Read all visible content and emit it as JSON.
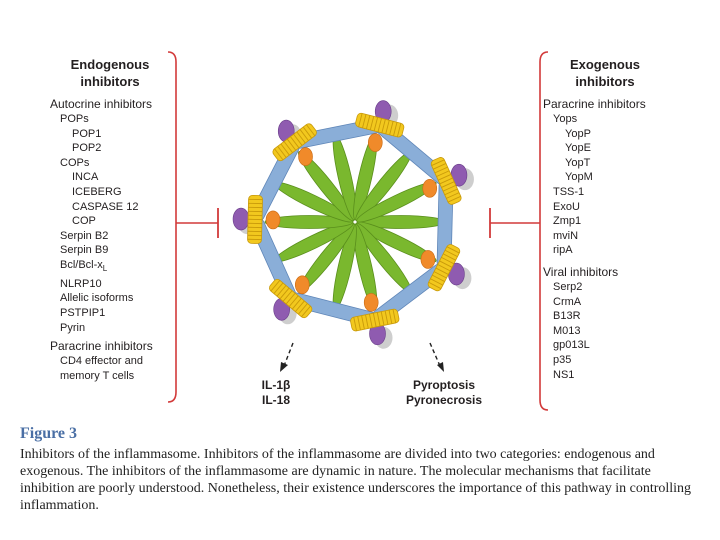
{
  "endogenous": {
    "heading_line1": "Endogenous",
    "heading_line2": "inhibitors",
    "sections": [
      {
        "title": "Autocrine inhibitors",
        "items": [
          {
            "text": "POPs",
            "level": 1
          },
          {
            "text": "POP1",
            "level": 2
          },
          {
            "text": "POP2",
            "level": 2
          },
          {
            "text": "COPs",
            "level": 1
          },
          {
            "text": "INCA",
            "level": 2
          },
          {
            "text": "ICEBERG",
            "level": 2
          },
          {
            "text": "CASPASE 12",
            "level": 2
          },
          {
            "text": "COP",
            "level": 2
          },
          {
            "text": "Serpin B2",
            "level": 1
          },
          {
            "text": "Serpin B9",
            "level": 1
          },
          {
            "text": "Bcl/Bcl-x",
            "sub": "L",
            "level": 1
          },
          {
            "text": "NLRP10",
            "level": 1
          },
          {
            "text": "Allelic isoforms",
            "level": 1
          },
          {
            "text": "PSTPIP1",
            "level": 1
          },
          {
            "text": "Pyrin",
            "level": 1
          }
        ]
      },
      {
        "title": "Paracrine inhibitors",
        "items": [
          {
            "text": "CD4 effector and",
            "level": 1
          },
          {
            "text": "memory T cells",
            "level": 1
          }
        ]
      }
    ]
  },
  "exogenous": {
    "heading_line1": "Exogenous",
    "heading_line2": "inhibitors",
    "sections": [
      {
        "title": "Paracrine inhibitors",
        "items": [
          {
            "text": "Yops",
            "level": 1
          },
          {
            "text": "YopP",
            "level": 2
          },
          {
            "text": "YopE",
            "level": 2
          },
          {
            "text": "YopT",
            "level": 2
          },
          {
            "text": "YopM",
            "level": 2
          },
          {
            "text": "TSS-1",
            "level": 1
          },
          {
            "text": "ExoU",
            "level": 1
          },
          {
            "text": "Zmp1",
            "level": 1
          },
          {
            "text": "mviN",
            "level": 1
          },
          {
            "text": "ripA",
            "level": 1
          }
        ]
      },
      {
        "title": "Viral inhibitors",
        "items": [
          {
            "text": "Serp2",
            "level": 1
          },
          {
            "text": "CrmA",
            "level": 1
          },
          {
            "text": "B13R",
            "level": 1
          },
          {
            "text": "M013",
            "level": 1
          },
          {
            "text": "gp013L",
            "level": 1
          },
          {
            "text": "p35",
            "level": 1
          },
          {
            "text": "NS1",
            "level": 1
          }
        ]
      }
    ]
  },
  "outputs": {
    "cytokines_line1": "IL-1β",
    "cytokines_line2": "IL-18",
    "death_line1": "Pyroptosis",
    "death_line2": "Pyronecrosis"
  },
  "figure": {
    "label": "Figure 3",
    "caption": "Inhibitors of the inflammasome. Inhibitors of the inflammasome are divided into two categories: endogenous and exogenous. The inhibitors of the inflammasome are dynamic in nature. The molecular mechanisms that facilitate inhibition are poorly understood. Nonetheless, their existence underscores the importance of this pathway in controlling inflammation."
  },
  "colors": {
    "inhibition_line": "#d23a3a",
    "bracket": "#d23a3a",
    "rod_blue": "#8aaed8",
    "spring_yellow": "#f2c81e",
    "spoke_green": "#7ab82e",
    "domain_orange": "#f08a2a",
    "domain_purple": "#8f5bb0"
  }
}
